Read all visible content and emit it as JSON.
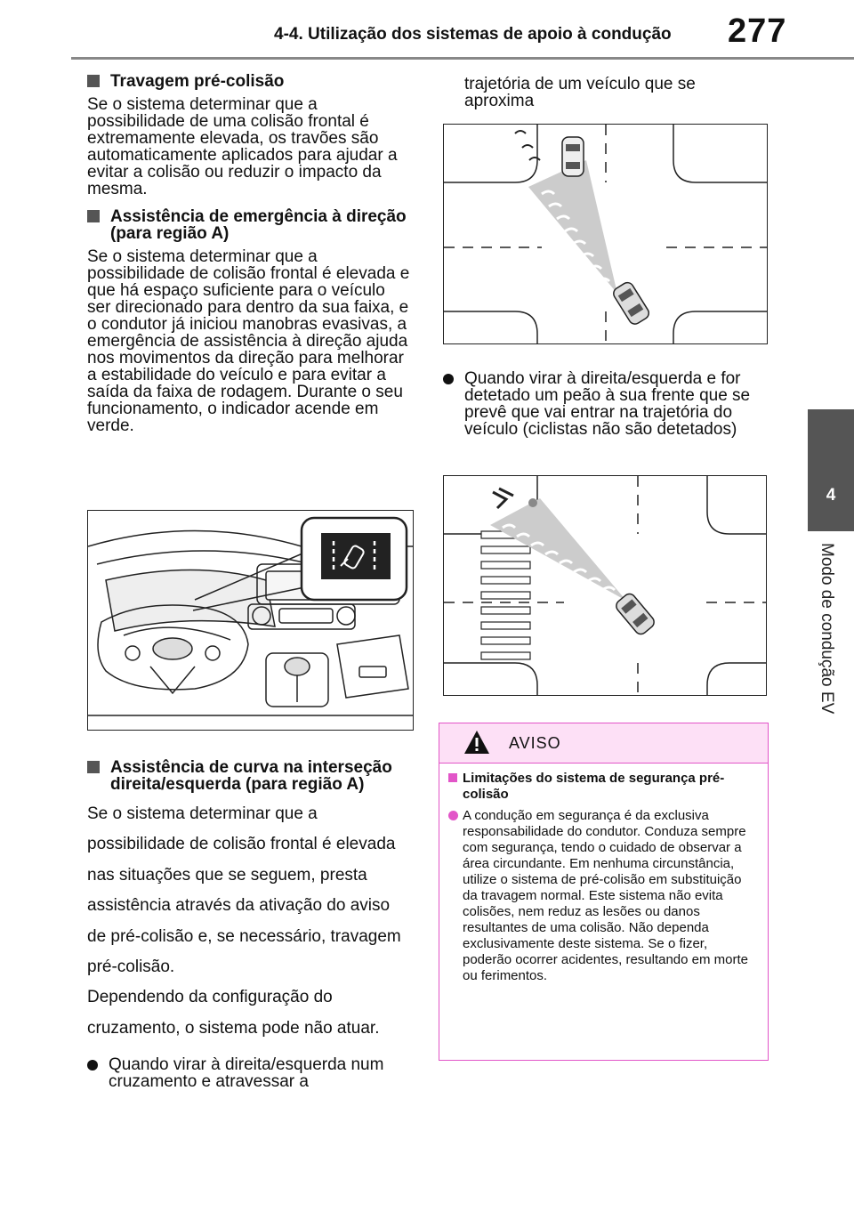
{
  "header": {
    "title": "4-4. Utilização dos sistemas de apoio à condução",
    "page_number": "277"
  },
  "side_tab": {
    "number": "4",
    "label": "Modo de condução EV"
  },
  "left_col": {
    "sec1_head": "Travagem pré-colisão",
    "sec1_body": "Se o sistema determinar que a possibilidade de uma colisão frontal é extremamente elevada, os travões são automaticamente aplicados para ajudar a evitar a colisão ou reduzir o impacto da mesma.",
    "sec2_head": "Assistência de emergência à direção (para região A)",
    "sec2_body": "Se o sistema determinar que a possibilidade de colisão frontal é elevada e que há espaço suficiente para o veículo ser direcionado para dentro da sua faixa, e o condutor já iniciou manobras evasivas, a emergência de assistência à direção ajuda nos movimentos da direção para melhorar a estabilidade do veículo e para evitar a saída da faixa de rodagem. Durante o seu funcionamento, o indicador acende em verde.",
    "sec3_head": "Assistência de curva na interseção direita/esquerda (para região A)",
    "sec3_body": "Se o sistema determinar que a possibilidade de colisão frontal é elevada nas situações que se seguem, presta assistência através da ativação do aviso de pré-colisão e, se necessário, travagem pré-colisão.",
    "sec3_body2": "Dependendo da configuração do cruzamento, o sistema pode não atuar.",
    "bullet1": "Quando virar à direita/esquerda num cruzamento e atravessar a"
  },
  "right_col": {
    "bullet1_cont": "trajetória de um veículo que se aproxima",
    "bullet2": "Quando virar à direita/esquerda e for detetado um peão à sua frente que se prevê que vai entrar na trajetória do veículo (ciclistas não são detetados)"
  },
  "warning": {
    "title": "AVISO",
    "item1_head": "Limitações do sistema de segurança pré-colisão",
    "item1_body": "A condução em segurança é da exclusiva responsabilidade do condutor. Conduza sempre com segurança, tendo o cuidado de observar a área circundante. Em nenhuma circunstância, utilize o sistema de pré-colisão em substituição da travagem normal. Este sistema não evita colisões, nem reduz as lesões ou danos resultantes de uma colisão. Não dependa exclusivamente deste sistema. Se o fizer, poderão ocorrer acidentes, resultando em morte ou ferimentos."
  },
  "colors": {
    "accent_pink": "#e255c8",
    "warning_bg": "#fde0f6",
    "tab_gray": "#555555"
  },
  "icons": [
    "warning-triangle-icon",
    "square-bullet-icon",
    "round-bullet-icon",
    "steering-assist-indicator-icon"
  ]
}
